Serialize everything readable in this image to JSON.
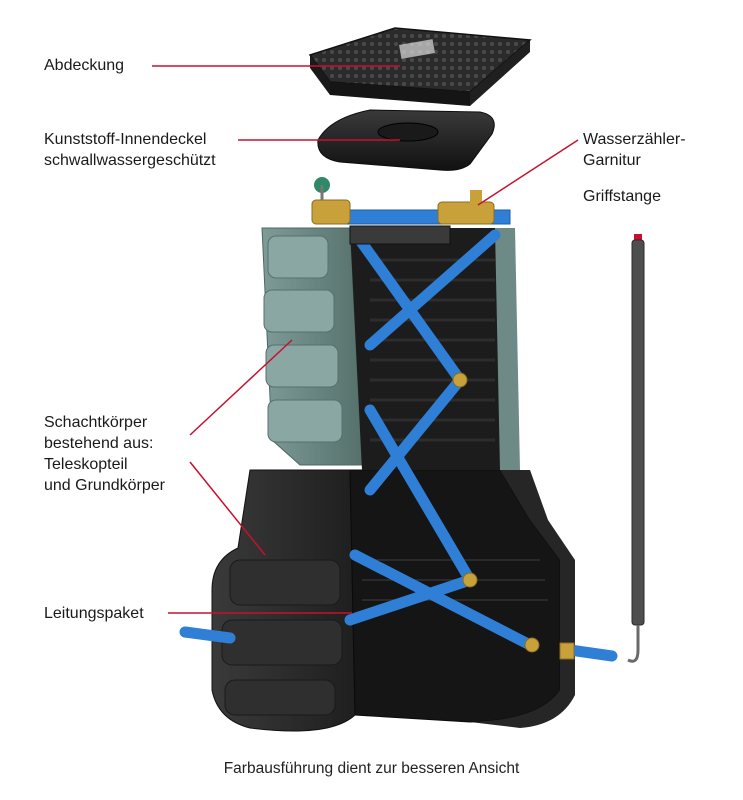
{
  "labels": {
    "abdeckung": "Abdeckung",
    "innendeckel_line1": "Kunststoff-Innendeckel",
    "innendeckel_line2": "schwallwassergeschützt",
    "wasserzaehler_line1": "Wasserzähler-",
    "wasserzaehler_line2": "Garnitur",
    "griffstange": "Griffstange",
    "schacht_line1": "Schachtkörper",
    "schacht_line2": "bestehend aus:",
    "schacht_line3": "Teleskopteil",
    "schacht_line4": "und Grundkörper",
    "leitungspaket": "Leitungspaket"
  },
  "caption": "Farbausführung dient zur besseren Ansicht",
  "colors": {
    "leader_line": "#c8102e",
    "cover": "#2a2a2a",
    "shaft_body": "#2b2b2b",
    "telescope": "#6e8a86",
    "pipe": "#2f7fd6",
    "brass": "#c9a13b"
  }
}
